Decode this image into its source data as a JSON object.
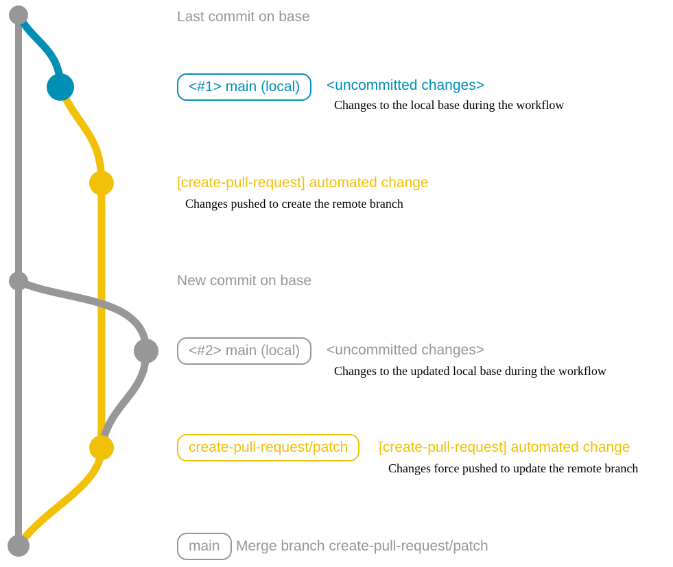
{
  "colors": {
    "gray": "#979797",
    "blue": "#008fb5",
    "yellow": "#f1c109",
    "note_text": "#000000",
    "background": "#ffffff"
  },
  "graph": {
    "branches": [
      {
        "name": "base",
        "color": "#979797"
      },
      {
        "name": "main (local)",
        "color": "#008fb5"
      },
      {
        "name": "create-pull-request/patch",
        "color": "#f1c109"
      }
    ]
  },
  "rows": {
    "last_commit": {
      "text": "Last commit on base"
    },
    "uncommitted_1": {
      "label": "<#1> main (local)",
      "message": "<uncommitted changes>",
      "note": "Changes to the local base during the workflow"
    },
    "automated_1": {
      "message": "[create-pull-request] automated change",
      "note": "Changes pushed to create the remote branch"
    },
    "new_commit": {
      "text": "New commit on base"
    },
    "uncommitted_2": {
      "label": "<#2> main (local)",
      "message": "<uncommitted changes>",
      "note": "Changes to the updated local base during the workflow"
    },
    "automated_2": {
      "label": "create-pull-request/patch",
      "message": "[create-pull-request] automated change",
      "note": "Changes force pushed to update the remote branch"
    },
    "merge": {
      "label": "main",
      "message": "Merge branch create-pull-request/patch"
    }
  }
}
